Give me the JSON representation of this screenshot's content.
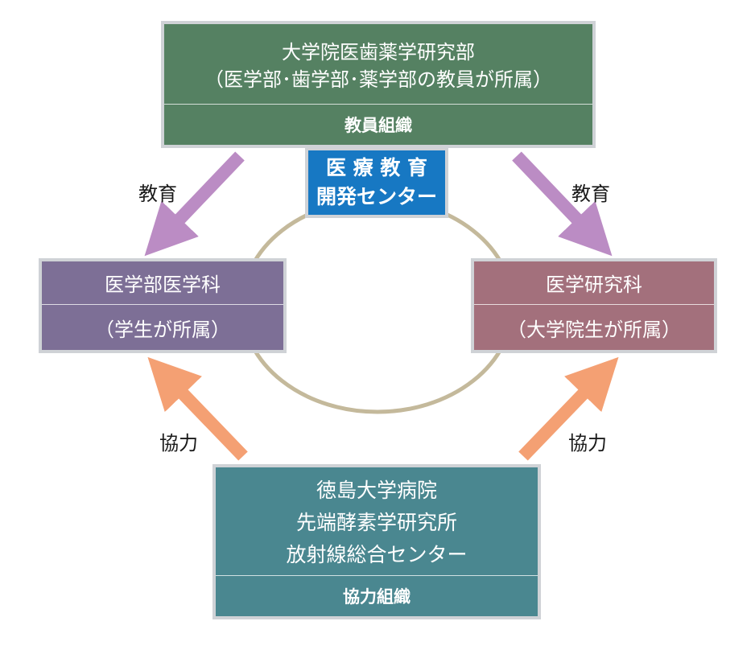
{
  "faculty_org": {
    "title": "大学院医歯薬学研究部",
    "subtitle": "（医学部･歯学部･薬学部の教員が所属）",
    "footer": "教員組織"
  },
  "education_center": {
    "line1": "医 療 教 育",
    "line2": "開発センター"
  },
  "medical_school": {
    "title": "医学部医学科",
    "footer": "（学生が所属）"
  },
  "graduate_school": {
    "title": "医学研究科",
    "footer": "（大学院生が所属）"
  },
  "cooperating_org": {
    "line1": "徳島大学病院",
    "line2": "先端酵素学研究所",
    "line3": "放射線総合センター",
    "footer": "協力組織"
  },
  "edges": {
    "education_left": "教育",
    "education_right": "教育",
    "cooperation_left": "協力",
    "cooperation_right": "協力"
  },
  "colors": {
    "faculty": "#558162",
    "center": "#1778c3",
    "school": "#7d6f96",
    "graduate": "#a3707c",
    "cooperating": "#4a8790",
    "education_arrow": "#bb8cc4",
    "cooperation_arrow": "#f4a073",
    "ring": "#c4b99b",
    "box_border": "#cfd2d6"
  }
}
